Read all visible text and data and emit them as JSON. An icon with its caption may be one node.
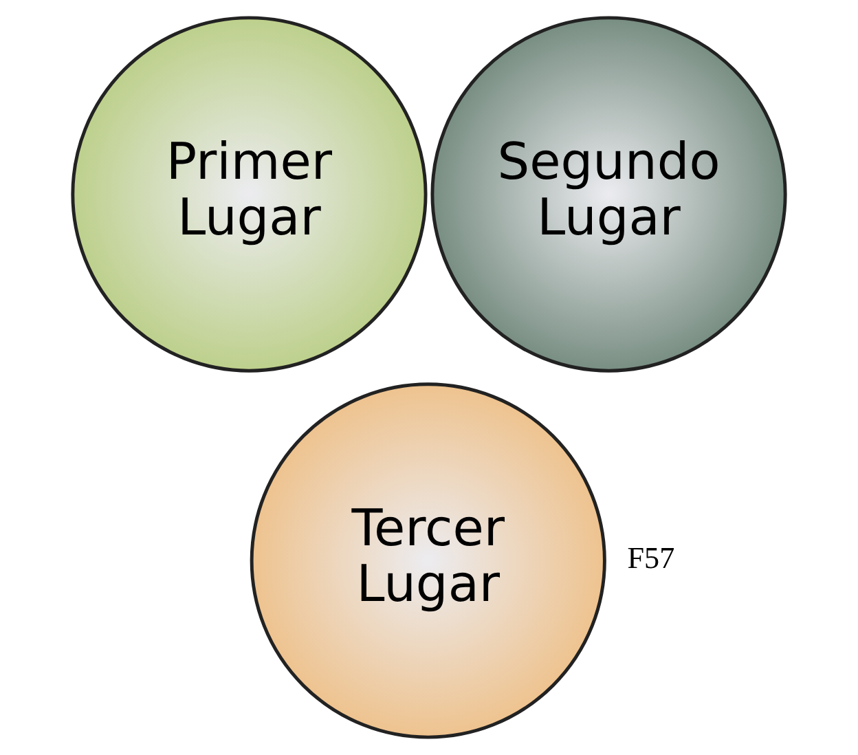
{
  "diagram": {
    "nodes": [
      {
        "text": [
          "Primer Lugar"
        ]
      },
      {
        "text": [
          "Segundo Lugar"
        ]
      },
      {
        "text": [
          "Tercer Lugar"
        ]
      }
    ],
    "edges": [],
    "labels": [
      "F57"
    ]
  }
}
